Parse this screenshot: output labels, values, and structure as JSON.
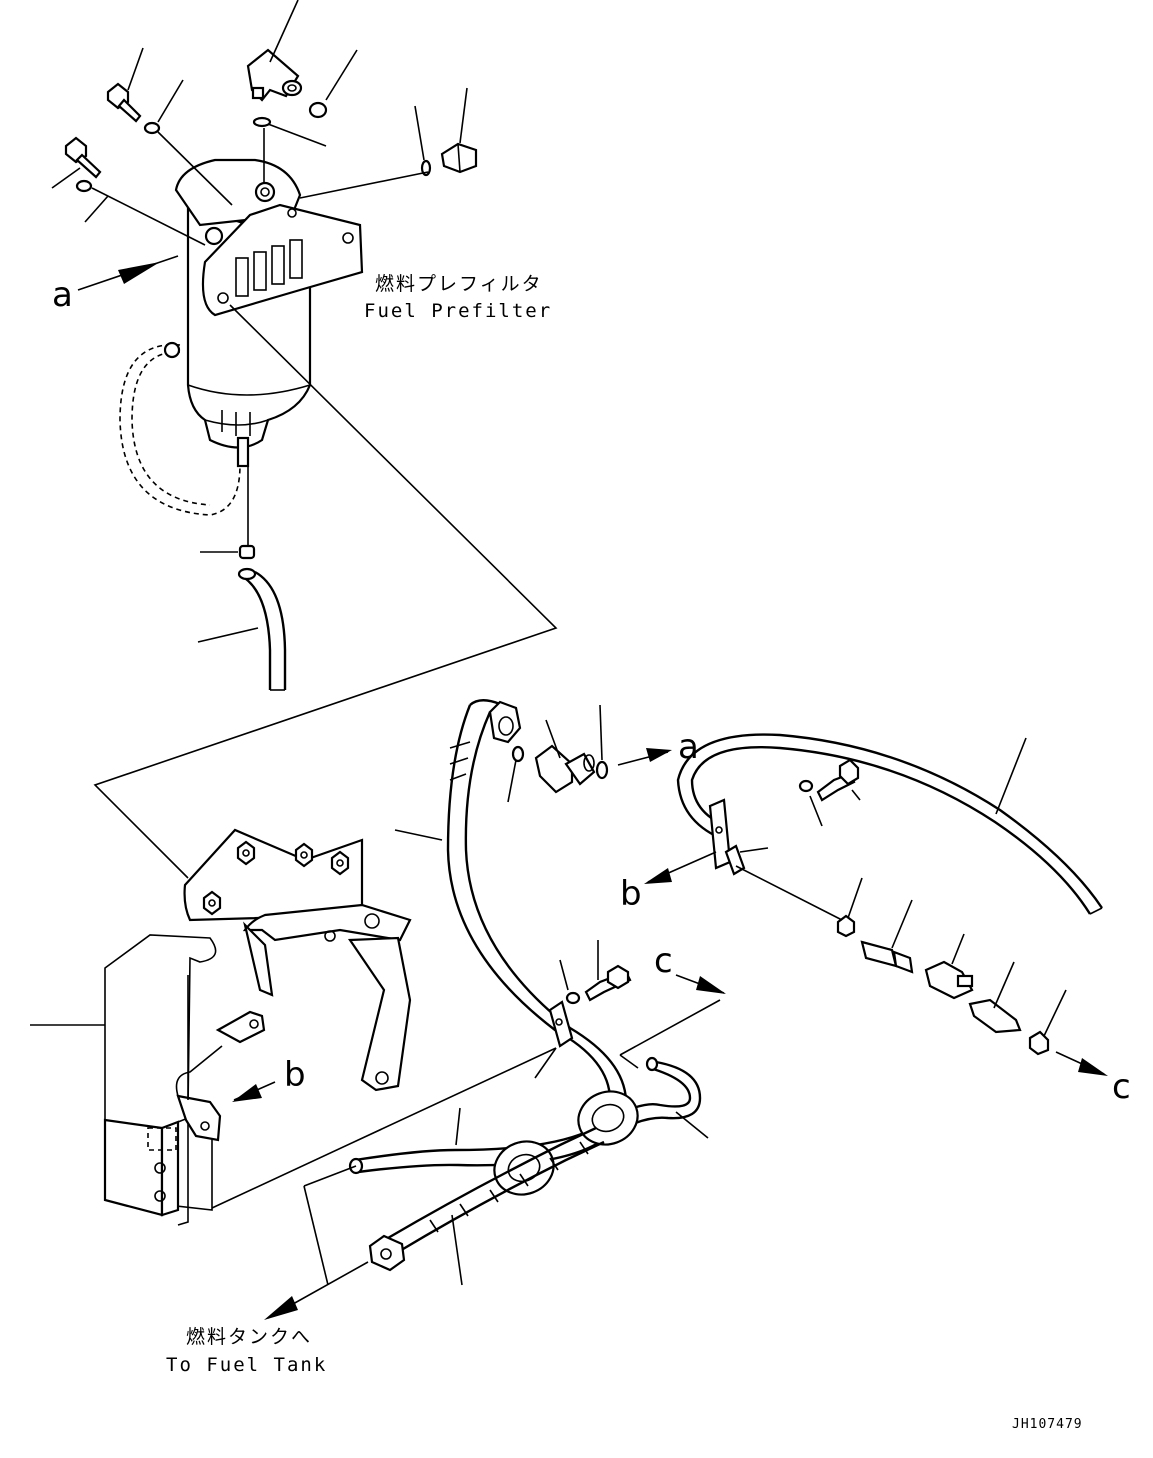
{
  "labels": {
    "prefilter_jp": "燃料プレフィルタ",
    "prefilter_en": "Fuel Prefilter",
    "tank_jp": "燃料タンクへ",
    "tank_en": "To Fuel Tank"
  },
  "refs": {
    "a1": "a",
    "a2": "a",
    "b1": "b",
    "b2": "b",
    "c1": "c",
    "c2": "c"
  },
  "drawing_code": "JH107479"
}
